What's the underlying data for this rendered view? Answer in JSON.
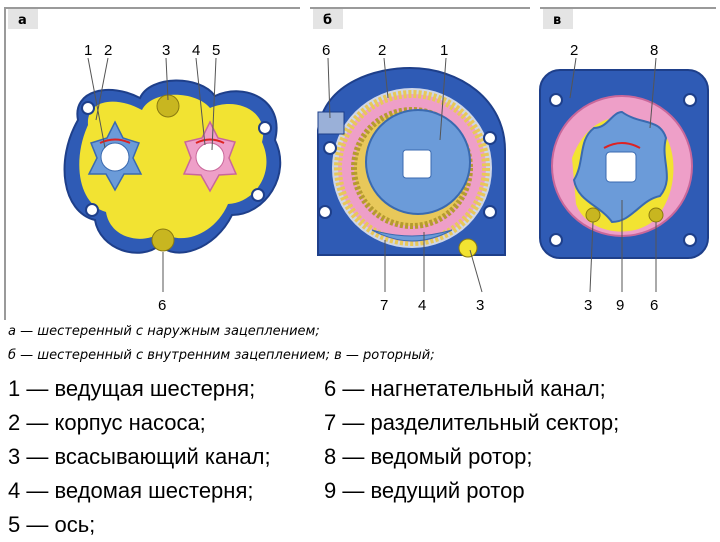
{
  "panels": [
    {
      "letter": "а",
      "callouts_top": [
        "1",
        "2",
        "3",
        "4",
        "5"
      ],
      "callouts_bottom": [
        "6"
      ]
    },
    {
      "letter": "б",
      "callouts_top": [
        "6",
        "2",
        "1"
      ],
      "callouts_bottom": [
        "7",
        "4",
        "3"
      ]
    },
    {
      "letter": "в",
      "callouts_top": [
        "2",
        "8"
      ],
      "callouts_bottom": [
        "3",
        "9",
        "6"
      ]
    }
  ],
  "caption": {
    "line1": "а — шестеренный с наружным зацеплением;",
    "line2": "б — шестеренный с внутренним зацеплением; в — роторный;"
  },
  "legend": {
    "left": [
      "1 — ведущая шестерня;",
      "2 — корпус насоса;",
      "3 — всасывающий канал;",
      "4 — ведомая шестерня;",
      "5 — ось;"
    ],
    "right": [
      "6 — нагнетательный канал;",
      "7 — разделительный сектор;",
      "8 — ведомый ротор;",
      "9 — ведущий ротор"
    ]
  },
  "colors": {
    "body_blue": "#2f5bb5",
    "gear_blue": "#6b9bd9",
    "oil_yellow": "#f2e332",
    "gear_pink": "#ee9fc8",
    "teeth_orange": "#e8c85a",
    "frame_gray": "#9a9a9a"
  }
}
